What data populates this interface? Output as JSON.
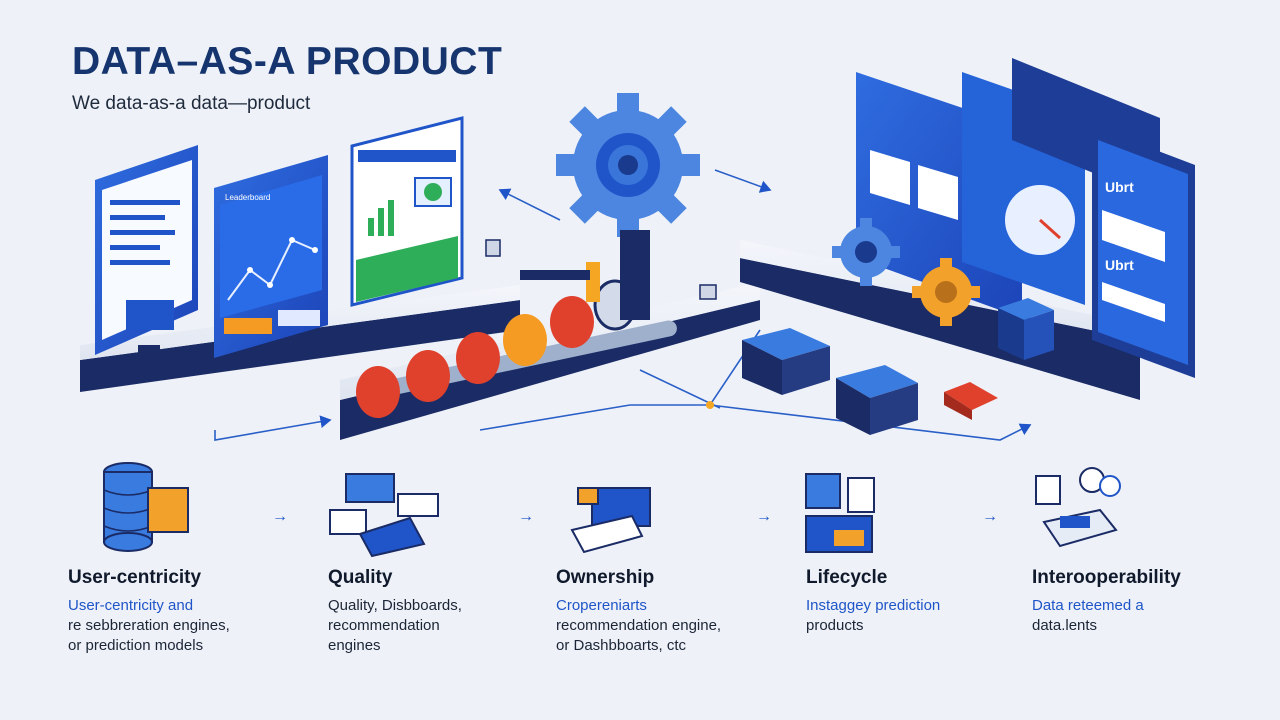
{
  "header": {
    "title": "DATA–AS-A PRODUCT",
    "subtitle": "We data-as-a data—product"
  },
  "screens": {
    "left_panel_a_label": "Leaderboard",
    "right_phone_heading_1": "Ubrt",
    "right_phone_heading_2": "Ubrt"
  },
  "colors": {
    "title": "#16346e",
    "accent_blue": "#1f55c8",
    "platform_dark": "#1a2b66",
    "gear_blue": "#4c86e0",
    "gear_orange": "#f2a12b",
    "valve_red": "#e0412d",
    "valve_orange": "#f59a22"
  },
  "flow_arrow_glyph": "→",
  "steps": [
    {
      "title": "User-centricity",
      "icon": "database-stack-icon",
      "lines": [
        {
          "text": "User-centricity and",
          "accent": true
        },
        {
          "text": "re sebbreration engines,",
          "accent": false
        },
        {
          "text": "or prediction models",
          "accent": false
        }
      ]
    },
    {
      "title": "Quality",
      "icon": "dashboard-devices-icon",
      "lines": [
        {
          "text": "Quality, Disbboards,",
          "accent": false
        },
        {
          "text": "recommendation",
          "accent": false
        },
        {
          "text": "engines",
          "accent": false
        }
      ]
    },
    {
      "title": "Ownership",
      "icon": "product-package-icon",
      "lines": [
        {
          "text": "Cropereniarts",
          "accent": true
        },
        {
          "text": "recommendation engine,",
          "accent": false
        },
        {
          "text": "or Dashbboarts, ctc",
          "accent": false
        }
      ]
    },
    {
      "title": "Lifecycle",
      "icon": "lifecycle-devices-icon",
      "lines": [
        {
          "text": "Instaggey prediction",
          "accent": true
        },
        {
          "text": "products",
          "accent": false
        }
      ]
    },
    {
      "title": "Interooperability",
      "icon": "interoperability-chat-icon",
      "lines": [
        {
          "text": "Data reteemed a",
          "accent": true
        },
        {
          "text": "data.lents",
          "accent": false
        }
      ]
    }
  ]
}
